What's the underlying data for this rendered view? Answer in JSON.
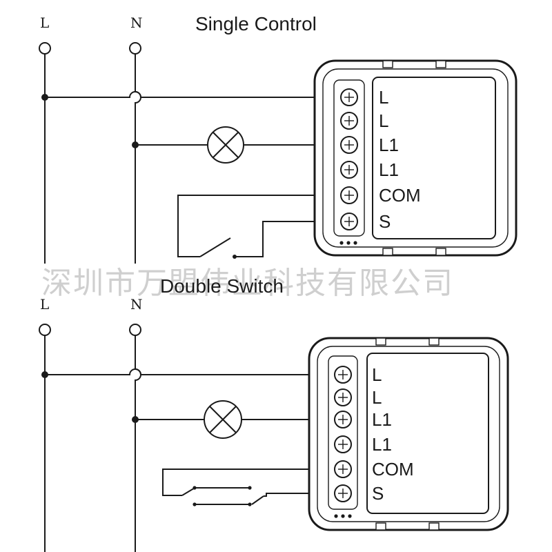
{
  "diagrams": [
    {
      "title": "Single Control",
      "line_label": "L",
      "neutral_label": "N",
      "terminals": [
        "L",
        "L",
        "L1",
        "L1",
        "COM",
        "S"
      ],
      "switch_type": "single"
    },
    {
      "title": "Double Switch",
      "line_label": "L",
      "neutral_label": "N",
      "terminals": [
        "L",
        "L",
        "L1",
        "L1",
        "COM",
        "S"
      ],
      "switch_type": "double"
    }
  ],
  "watermark": "深圳市万盟伟业科技有限公司",
  "colors": {
    "ink": "#1a1a1a",
    "watermark": "#cfcfcf"
  }
}
